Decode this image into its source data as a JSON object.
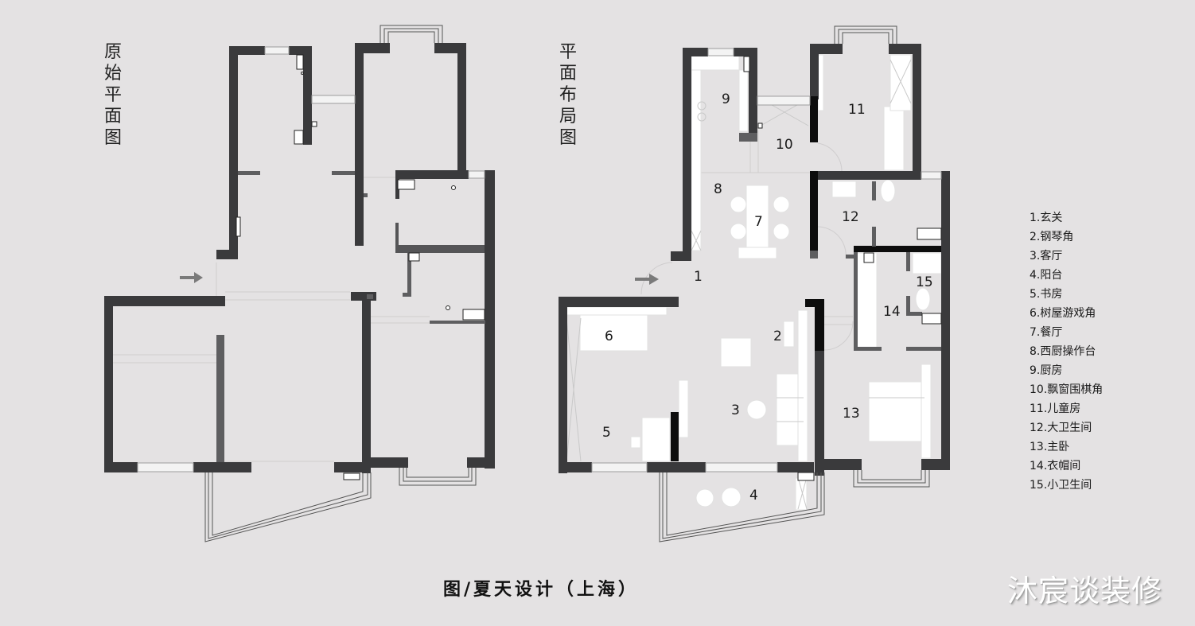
{
  "titles": {
    "original_plan": [
      "原",
      "始",
      "平",
      "面",
      "图"
    ],
    "layout_plan": [
      "平",
      "面",
      "布",
      "局",
      "图"
    ]
  },
  "room_labels": {
    "r1": "1",
    "r2": "2",
    "r3": "3",
    "r4": "4",
    "r5": "5",
    "r6": "6",
    "r7": "7",
    "r8": "8",
    "r9": "9",
    "r10": "10",
    "r11": "11",
    "r12": "12",
    "r13": "13",
    "r14": "14",
    "r15": "15"
  },
  "legend": [
    "1.玄关",
    "2.钢琴角",
    "3.客厅",
    "4.阳台",
    "5.书房",
    "6.树屋游戏角",
    "7.餐厅",
    "8.西厨操作台",
    "9.厨房",
    "10.飘窗围棋角",
    "11.儿童房",
    "12.大卫生间",
    "13.主卧",
    "14.衣帽间",
    "15.小卫生间"
  ],
  "credit": "图/夏天设计（上海）",
  "watermark": "沐宸谈装修",
  "colors": {
    "background": "#e4e2e3",
    "wall": "#3a3a3c",
    "new_wall": "#0d0d0d",
    "partition": "#5e5e60",
    "furniture": "#ffffff",
    "arrow": "#7a7a7a"
  }
}
